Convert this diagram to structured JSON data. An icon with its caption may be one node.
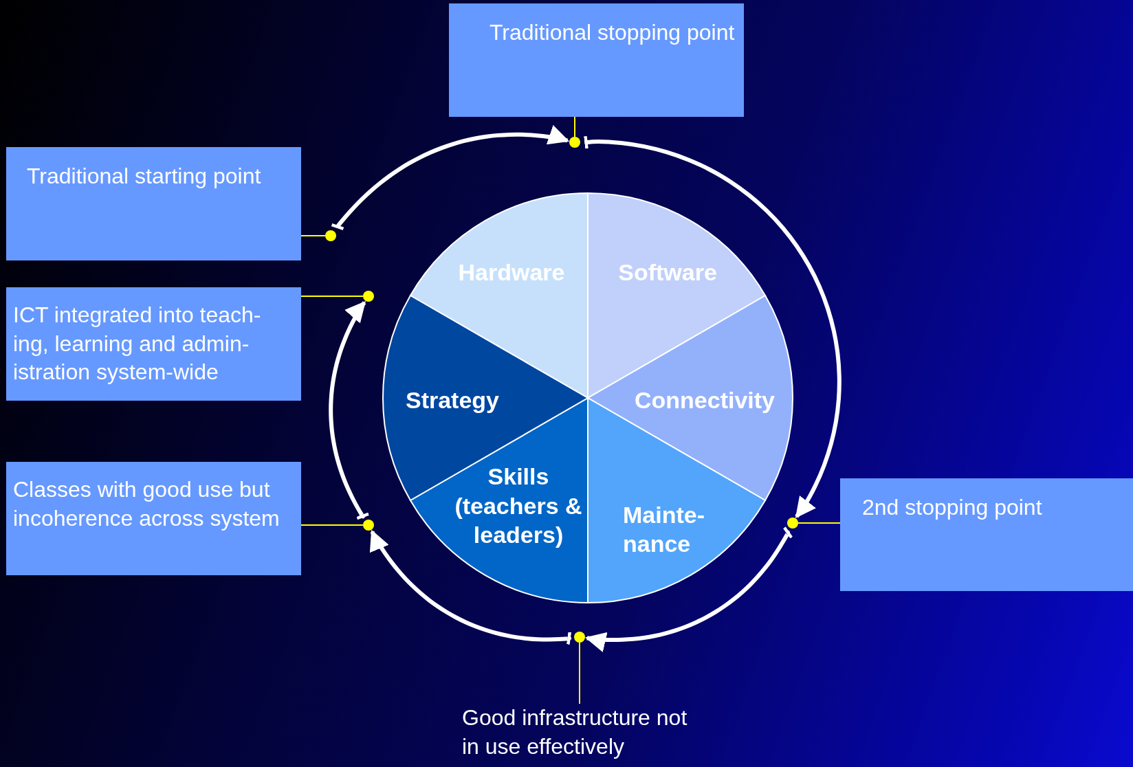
{
  "diagram": {
    "nodes": [
      {
        "text": [
          "Traditional stopping point"
        ]
      },
      {
        "text": [
          "Traditional starting point"
        ]
      },
      {
        "text": [
          "ICT integrated into teach- ing, learning and admin- istration system-wide"
        ]
      },
      {
        "text": [
          "Classes with good use but incoherence across system"
        ]
      },
      {
        "text": [
          "2nd stopping point"
        ]
      },
      {
        "text": [
          "Good infrastructure not in use effectively"
        ]
      },
      {
        "text": [
          "Hardware"
        ]
      },
      {
        "text": [
          "Software"
        ]
      },
      {
        "text": [
          "Connectivity"
        ]
      },
      {
        "text": [
          "Mainte- nance"
        ]
      },
      {
        "text": [
          "Skills (teachers & leaders)"
        ]
      },
      {
        "text": [
          "Strategy"
        ]
      },
      {
        "text": [],
        "shape": "circle"
      },
      {
        "text": [],
        "shape": "circle"
      },
      {
        "text": [],
        "shape": "circle"
      },
      {
        "text": [],
        "shape": "circle"
      },
      {
        "text": [],
        "shape": "circle"
      },
      {
        "text": [],
        "shape": "circle"
      }
    ],
    "edges": [
      {
        "from": 0,
        "to": 12,
        "arrow": "none"
      },
      {
        "from": 1,
        "to": 13,
        "arrow": "none"
      },
      {
        "from": 2,
        "to": 14,
        "arrow": "none"
      },
      {
        "from": 3,
        "to": 15,
        "arrow": "none"
      },
      {
        "from": 4,
        "to": 16,
        "arrow": "none"
      },
      {
        "from": 5,
        "to": 17,
        "arrow": "none"
      },
      {
        "from": 13,
        "to": 12,
        "arrow": "to",
        "style": "thick",
        "color": "#ffffff"
      },
      {
        "from": 12,
        "to": 16,
        "arrow": "to",
        "style": "thick",
        "color": "#ffffff"
      },
      {
        "from": 16,
        "to": 17,
        "arrow": "to",
        "style": "thick",
        "color": "#ffffff"
      },
      {
        "from": 17,
        "to": 15,
        "arrow": "to",
        "style": "thick",
        "color": "#ffffff"
      },
      {
        "from": 15,
        "to": 14,
        "arrow": "to",
        "style": "thick",
        "color": "#ffffff"
      }
    ]
  }
}
